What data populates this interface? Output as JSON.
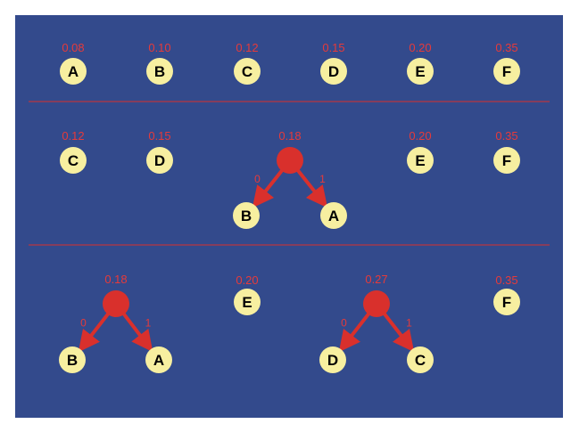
{
  "colors": {
    "background": "#334a8c",
    "leaf_fill": "#f7efa0",
    "node_red": "#d9302c",
    "value_text": "#e63a3a",
    "divider": "#d9302c",
    "letter_text": "#000000"
  },
  "rows": [
    {
      "leaves": [
        {
          "label": "A",
          "value": "0.08"
        },
        {
          "label": "B",
          "value": "0.10"
        },
        {
          "label": "C",
          "value": "0.12"
        },
        {
          "label": "D",
          "value": "0.15"
        },
        {
          "label": "E",
          "value": "0.20"
        },
        {
          "label": "F",
          "value": "0.35"
        }
      ],
      "merges": []
    },
    {
      "leaves": [
        {
          "label": "C",
          "value": "0.12"
        },
        {
          "label": "D",
          "value": "0.15"
        },
        {
          "label": "E",
          "value": "0.20"
        },
        {
          "label": "F",
          "value": "0.35"
        }
      ],
      "merges": [
        {
          "value": "0.18",
          "left": {
            "label": "B",
            "edge": "0"
          },
          "right": {
            "label": "A",
            "edge": "1"
          }
        }
      ]
    },
    {
      "leaves": [
        {
          "label": "E",
          "value": "0.20"
        },
        {
          "label": "F",
          "value": "0.35"
        }
      ],
      "merges": [
        {
          "value": "0.18",
          "left": {
            "label": "B",
            "edge": "0"
          },
          "right": {
            "label": "A",
            "edge": "1"
          }
        },
        {
          "value": "0.27",
          "left": {
            "label": "D",
            "edge": "0"
          },
          "right": {
            "label": "C",
            "edge": "1"
          }
        }
      ]
    }
  ]
}
